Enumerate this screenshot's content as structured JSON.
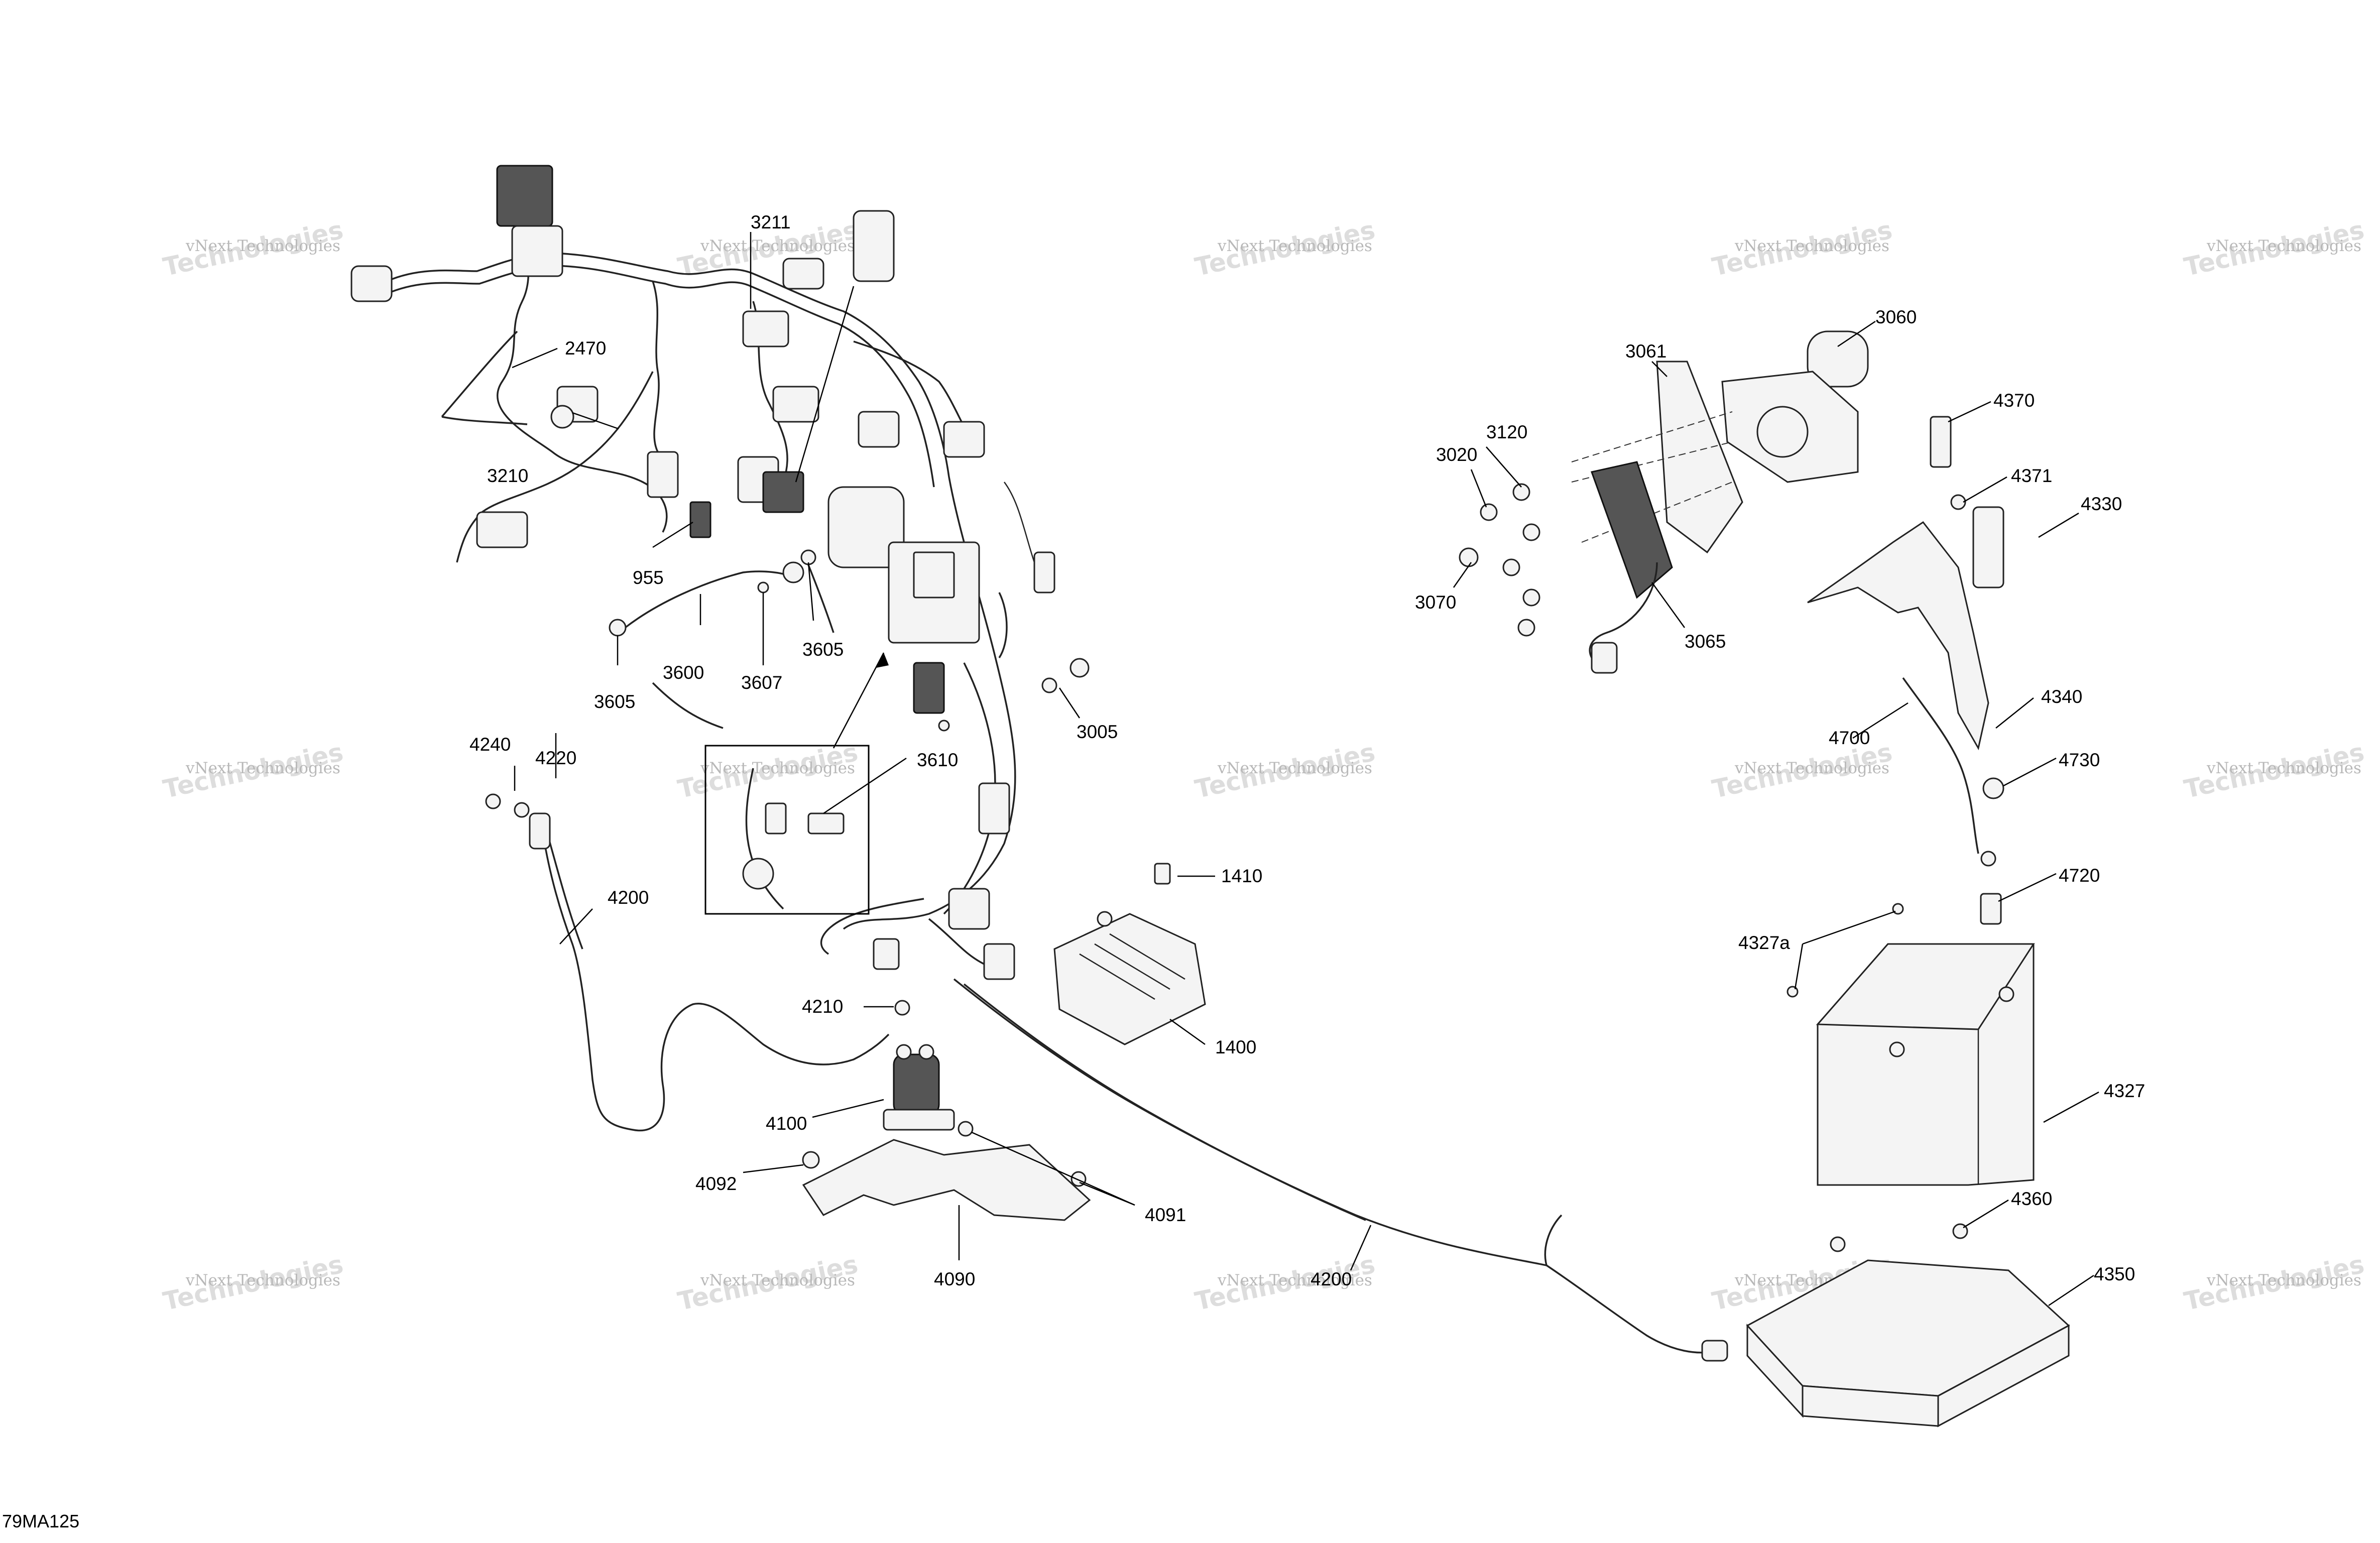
{
  "diagram_ref": "79MA125",
  "watermark": {
    "line1": "vNext Technologies",
    "line2": "Technologies",
    "overlay": "vNext"
  },
  "callouts": {
    "c3211": "3211",
    "c2470": "2470",
    "c3210": "3210",
    "c955": "955",
    "c3600": "3600",
    "c3605a": "3605",
    "c3605b": "3605",
    "c3607": "3607",
    "c3005": "3005",
    "c3610": "3610",
    "c4240": "4240",
    "c4220": "4220",
    "c4200a": "4200",
    "c4200b": "4200",
    "c4210": "4210",
    "c4100": "4100",
    "c4092": "4092",
    "c4090": "4090",
    "c4091": "4091",
    "c1410": "1410",
    "c1400": "1400",
    "c3060": "3060",
    "c3061": "3061",
    "c3120": "3120",
    "c3020": "3020",
    "c3070": "3070",
    "c3065": "3065",
    "c4370": "4370",
    "c4371": "4371",
    "c4330": "4330",
    "c4340": "4340",
    "c4700": "4700",
    "c4730": "4730",
    "c4720": "4720",
    "c4327a": "4327a",
    "c4327": "4327",
    "c4360": "4360",
    "c4350": "4350"
  }
}
